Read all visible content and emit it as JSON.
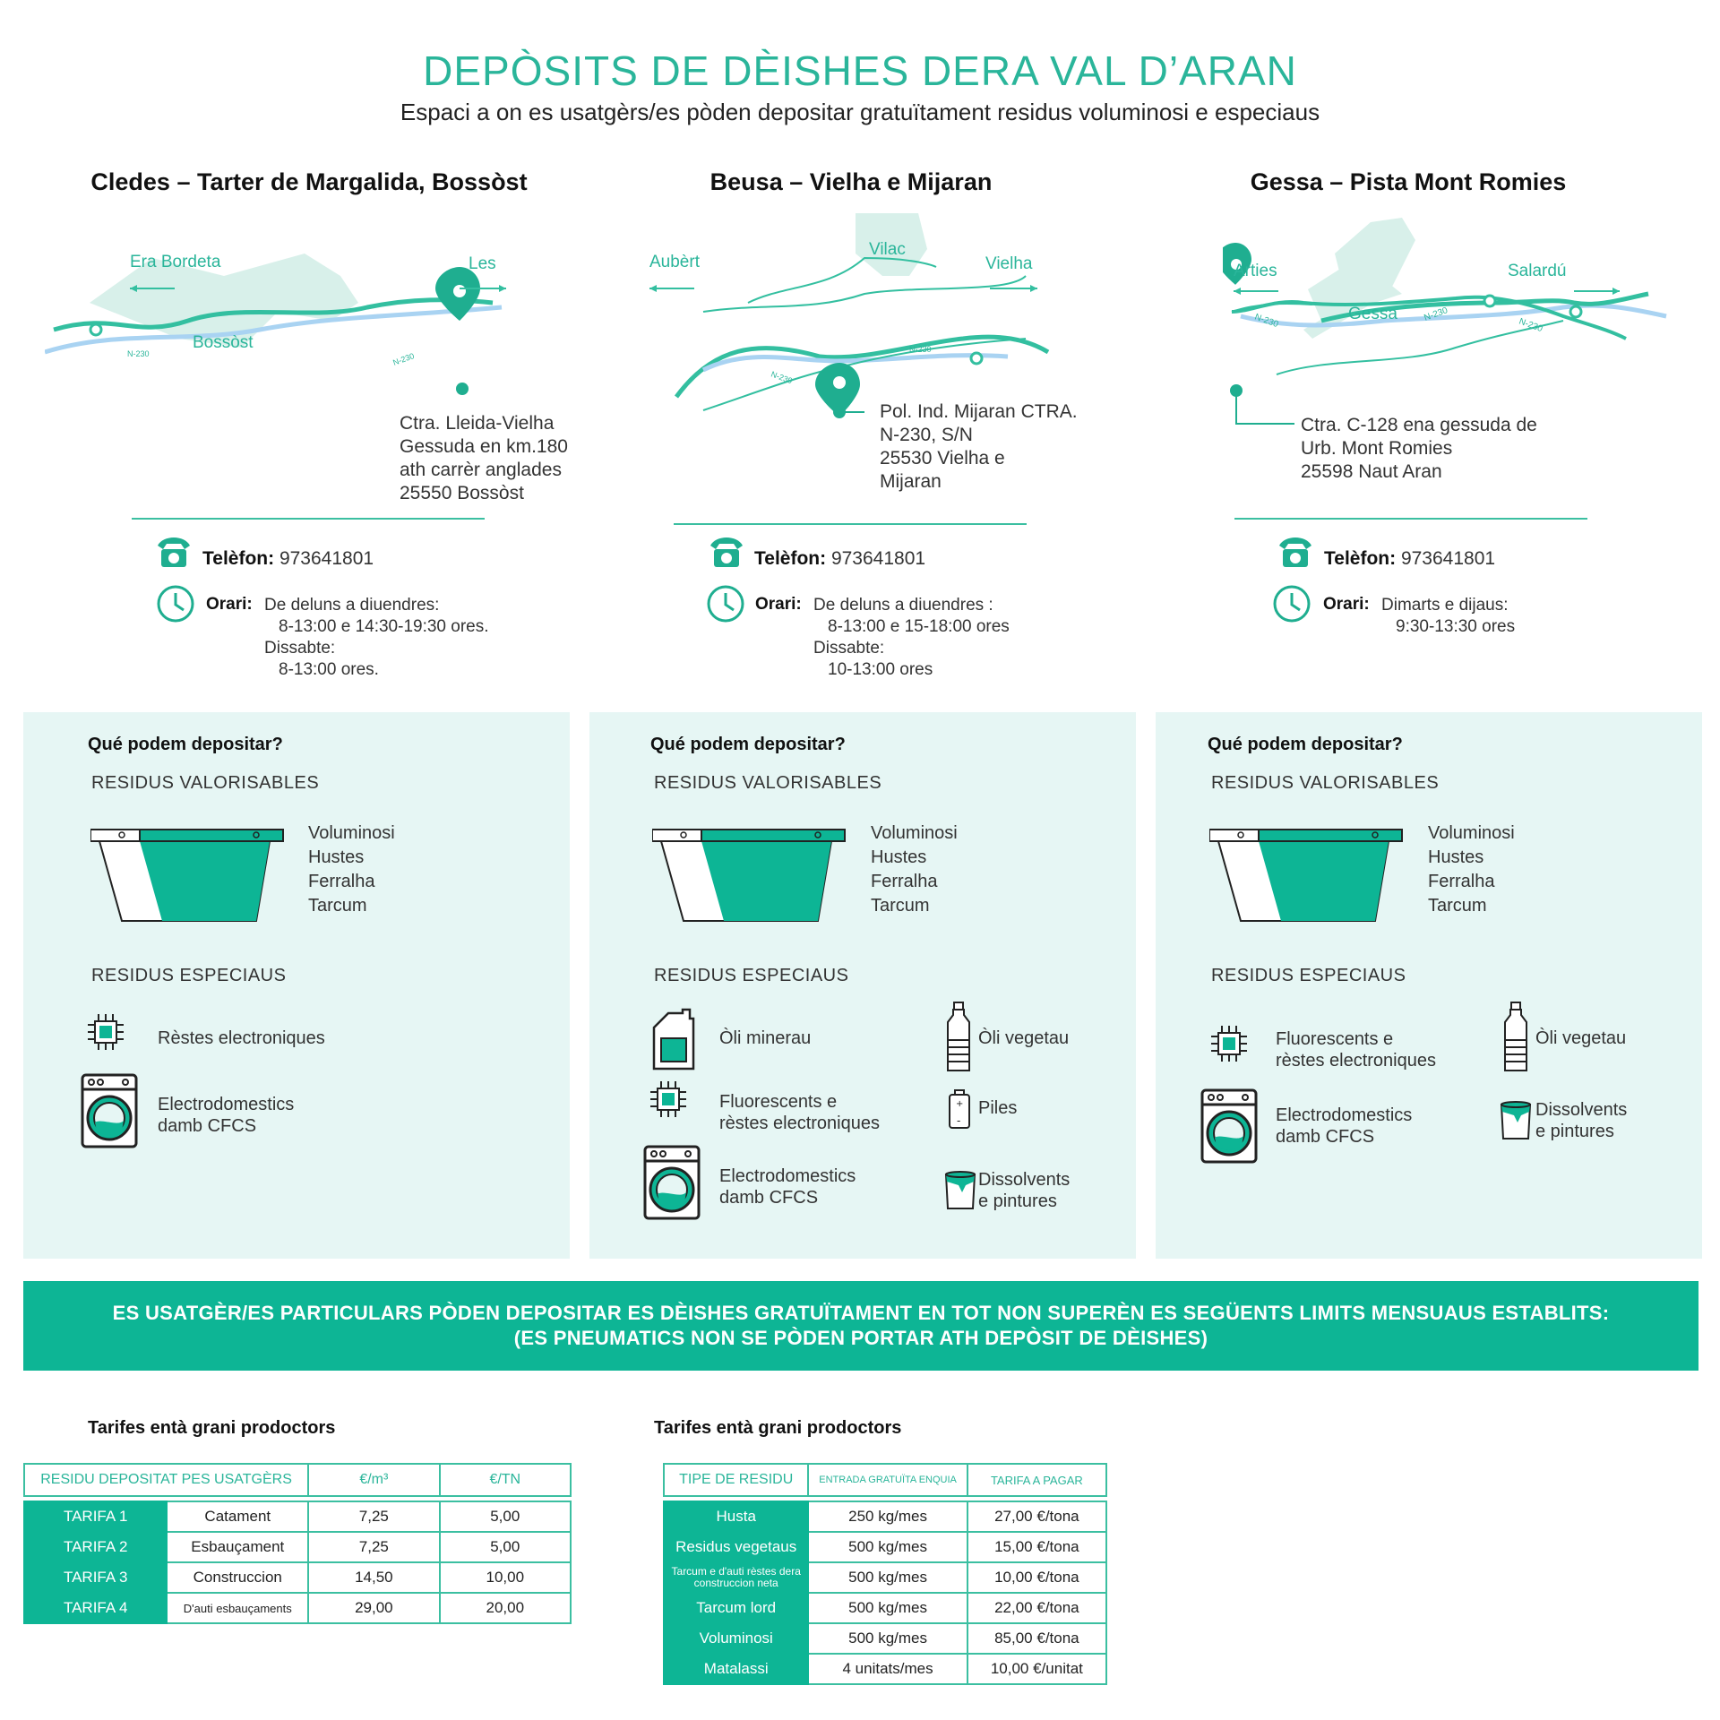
{
  "header": {
    "title": "DEPÒSITS DE DÈISHES DERA VAL D’ARAN",
    "subtitle": "Espaci a on es usatgèrs/es pòden depositar gratuïtament residus voluminosi e especiaus"
  },
  "colors": {
    "accent": "#0db595",
    "light_panel": "#e6f6f4",
    "text": "#222222"
  },
  "locations": [
    {
      "title": "Cledes – Tarter de Margalida, Bossòst",
      "map_labels": {
        "left": "Era Bordeta",
        "right": "Les",
        "town": "Bossòst",
        "road1": "N-230",
        "road2": "N-230"
      },
      "address": [
        "Ctra. Lleida-Vielha",
        "Gessuda en km.180",
        "ath carrèr anglades",
        "25550 Bossòst"
      ],
      "phone_label": "Telèfon:",
      "phone": "973641801",
      "schedule_label": "Orari:",
      "schedule": [
        "De deluns a diuendres:",
        "8-13:00 e 14:30-19:30 ores.",
        "Dissabte:",
        "8-13:00 ores."
      ]
    },
    {
      "title": "Beusa – Vielha e Mijaran",
      "map_labels": {
        "left": "Aubèrt",
        "right": "Vielha",
        "town": "Vilac",
        "road1": "N-230",
        "road2": "N-230"
      },
      "address": [
        "Pol. Ind. Mijaran CTRA.",
        "N-230, S/N",
        "25530 Vielha e",
        "Mijaran"
      ],
      "phone_label": "Telèfon:",
      "phone": "973641801",
      "schedule_label": "Orari:",
      "schedule": [
        "De deluns a diuendres :",
        "8-13:00 e 15-18:00 ores",
        "Dissabte:",
        "10-13:00 ores"
      ]
    },
    {
      "title": "Gessa – Pista Mont Romies",
      "map_labels": {
        "left": "Arties",
        "right": "Salardú",
        "town": "Gessa",
        "road1": "N-230",
        "road2": "N-230",
        "road3": "N-230"
      },
      "address": [
        "Ctra. C-128 ena gessuda de",
        "Urb. Mont Romies",
        "25598 Naut Aran"
      ],
      "phone_label": "Telèfon:",
      "phone": "973641801",
      "schedule_label": "Orari:",
      "schedule": [
        "Dimarts e dijaus:",
        "9:30-13:30 ores"
      ]
    }
  ],
  "panels": {
    "question": "Qué podem depositar?",
    "valorisable_title": "RESIDUS VALORISABLES",
    "valorisable_items": [
      "Voluminosi",
      "Hustes",
      "Ferralha",
      "Tarcum"
    ],
    "special_title": "RESIDUS ESPECIAUS",
    "p1_special": {
      "electronics": "Rèstes electroniques",
      "appliances": [
        "Electrodomestics",
        "damb CFCS"
      ]
    },
    "p2_special": {
      "mineral_oil": "Òli minerau",
      "fluorescent": [
        "Fluorescents e",
        "rèstes electroniques"
      ],
      "appliances": [
        "Electrodomestics",
        "damb CFCS"
      ],
      "veg_oil": "Òli vegetau",
      "batteries": "Piles",
      "paints": [
        "Dissolvents",
        "e pintures"
      ]
    },
    "p3_special": {
      "fluorescent": [
        "Fluorescents e",
        "rèstes electroniques"
      ],
      "appliances": [
        "Electrodomestics",
        "damb CFCS"
      ],
      "veg_oil": "Òli vegetau",
      "paints": [
        "Dissolvents",
        "e pintures"
      ]
    }
  },
  "banner": {
    "line1": "ES USATGÈR/ES PARTICULARS PÒDEN DEPOSITAR ES DÈISHES GRATUÏTAMENT EN TOT NON SUPERÈN ES SEGÜENTS LIMITS MENSUAUS ESTABLITS:",
    "line2": "(ES PNEUMATICS NON SE PÒDEN PORTAR ATH DEPÒSIT DE DÈISHES)"
  },
  "table1": {
    "title": "Tarifes entà grani prodoctors",
    "headers": [
      "RESIDU DEPOSITAT PES USATGÈRS",
      "€/m³",
      "€/TN"
    ],
    "rows": [
      [
        "TARIFA 1",
        "Catament",
        "7,25",
        "5,00"
      ],
      [
        "TARIFA 2",
        "Esbauçament",
        "7,25",
        "5,00"
      ],
      [
        "TARIFA 3",
        "Construccion",
        "14,50",
        "10,00"
      ],
      [
        "TARIFA 4",
        "D'auti esbauçaments",
        "29,00",
        "20,00"
      ]
    ]
  },
  "table2": {
    "title": "Tarifes entà grani prodoctors",
    "headers": [
      "TIPE DE RESIDU",
      "ENTRADA GRATUÏTA ENQUIA",
      "TARIFA A PAGAR"
    ],
    "rows": [
      [
        "Husta",
        "250 kg/mes",
        "27,00 €/tona"
      ],
      [
        "Residus vegetaus",
        "500 kg/mes",
        "15,00 €/tona"
      ],
      [
        "Tarcum e d'auti rèstes dera construccion neta",
        "500 kg/mes",
        "10,00 €/tona"
      ],
      [
        "Tarcum lord",
        "500 kg/mes",
        "22,00 €/tona"
      ],
      [
        "Voluminosi",
        "500 kg/mes",
        "85,00 €/tona"
      ],
      [
        "Matalassi",
        "4 unitats/mes",
        "10,00 €/unitat"
      ]
    ]
  }
}
